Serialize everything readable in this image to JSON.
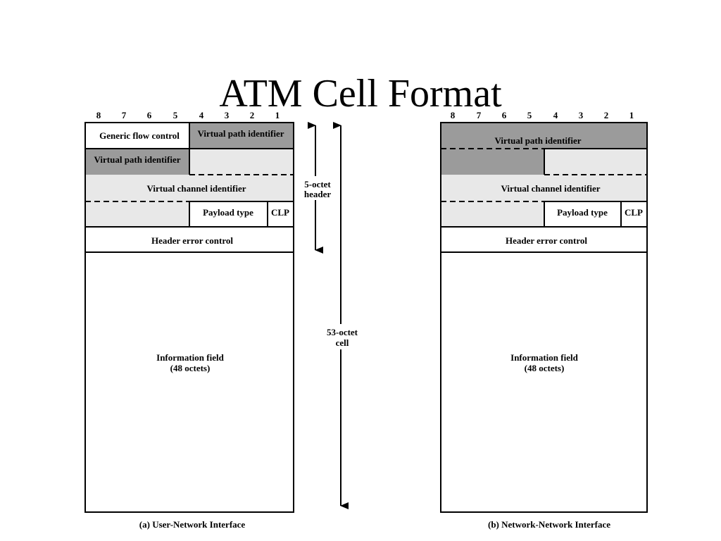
{
  "title": "ATM Cell Format",
  "colors": {
    "dark_fill": "#9b9b9b",
    "light_fill": "#e8e8e8",
    "white_fill": "#ffffff"
  },
  "bit_numbers": [
    "8",
    "7",
    "6",
    "5",
    "4",
    "3",
    "2",
    "1"
  ],
  "uni": {
    "generic_flow_control": "Generic flow control",
    "vpi_upper": "Virtual path identifier",
    "vpi_lower": "Virtual path identifier",
    "vci": "Virtual channel identifier",
    "payload_type": "Payload type",
    "clp": "CLP",
    "hec": "Header error control",
    "info_line1": "Information field",
    "info_line2": "(48 octets)",
    "caption": "(a) User-Network Interface"
  },
  "nni": {
    "vpi": "Virtual path identifier",
    "vci": "Virtual channel identifier",
    "payload_type": "Payload type",
    "clp": "CLP",
    "hec": "Header error control",
    "info_line1": "Information field",
    "info_line2": "(48 octets)",
    "caption": "(b) Network-Network Interface"
  },
  "header_arrow": {
    "line1": "5-octet",
    "line2": "header"
  },
  "cell_arrow": {
    "line1": "53-octet",
    "line2": "cell"
  }
}
